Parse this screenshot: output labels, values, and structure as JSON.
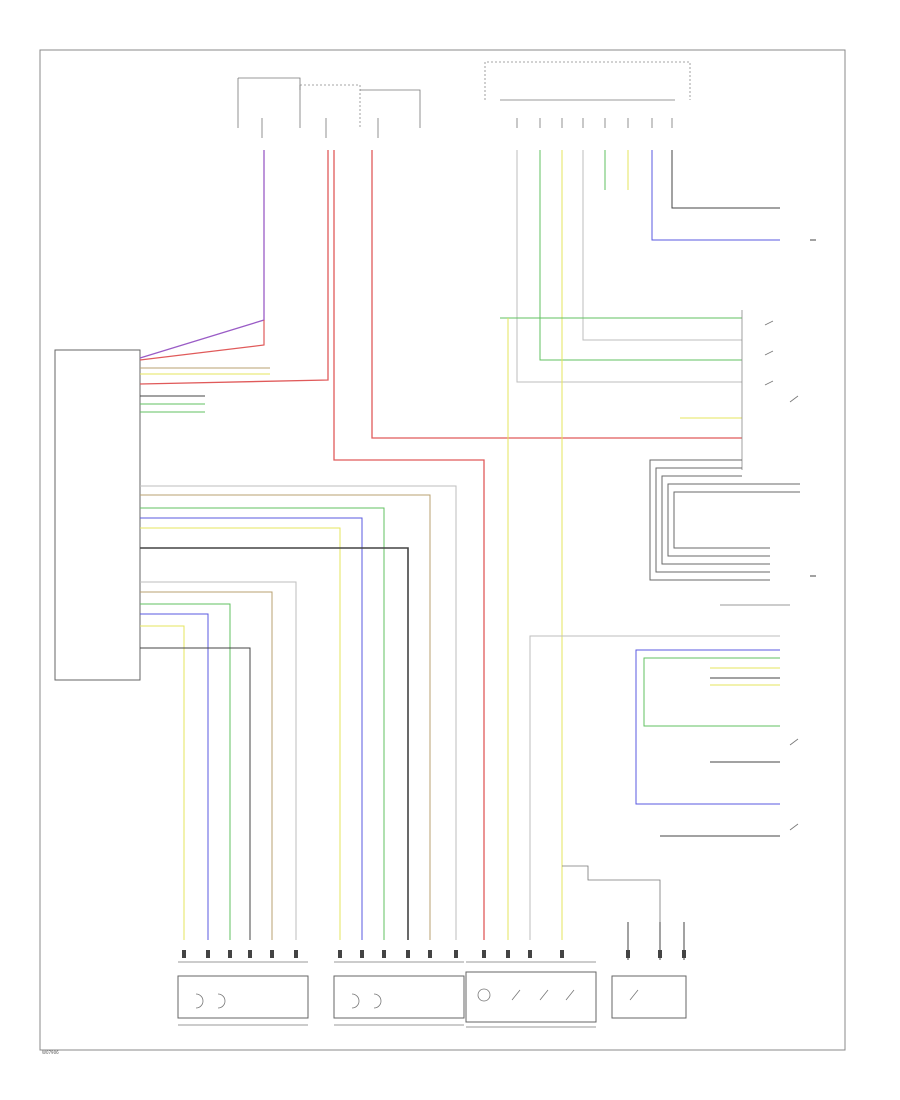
{
  "diagram": {
    "id": "W07906",
    "colors": {
      "red": "#e05a5a",
      "purple": "#9a5cc6",
      "blue": "#5a5ae0",
      "green": "#62c162",
      "yellow": "#e6e65c",
      "black": "#444444",
      "gray": "#bdbdbd",
      "brown": "#b8a070",
      "darkgray": "#6a6a6a"
    },
    "icons": [
      "ground-symbol",
      "switch-symbol",
      "connector-symbol"
    ]
  }
}
